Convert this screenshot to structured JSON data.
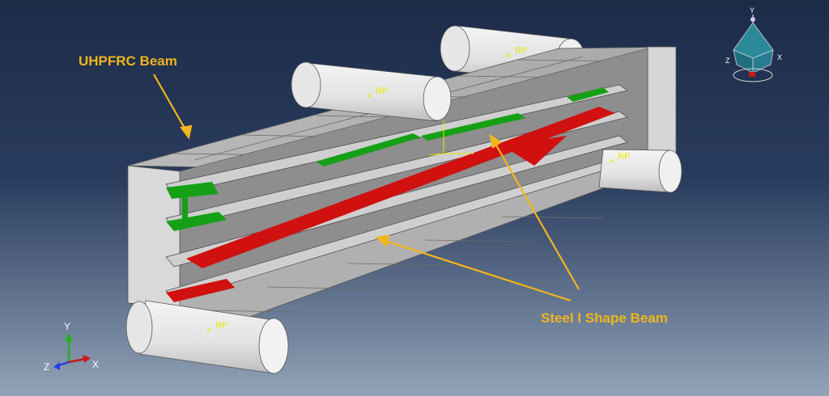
{
  "annotations": {
    "uhpfrc_label": "UHPFRC Beam",
    "steel_label": "Steel I Shape Beam"
  },
  "reference_points": {
    "label": "RP"
  },
  "triad": {
    "x": "X",
    "y": "Y",
    "z": "Z"
  },
  "view_cube": {
    "x": "X",
    "y": "Y",
    "z": "Z"
  },
  "colors": {
    "callout": "#f2b51c",
    "beam_face": "#c8c8c8",
    "beam_top": "#b4b4b4",
    "stress_red": "#d11010",
    "stress_green": "#16a016",
    "rp_marker": "#e8e800",
    "background_top": "#1c2b48",
    "background_bottom": "#93a3b8"
  }
}
